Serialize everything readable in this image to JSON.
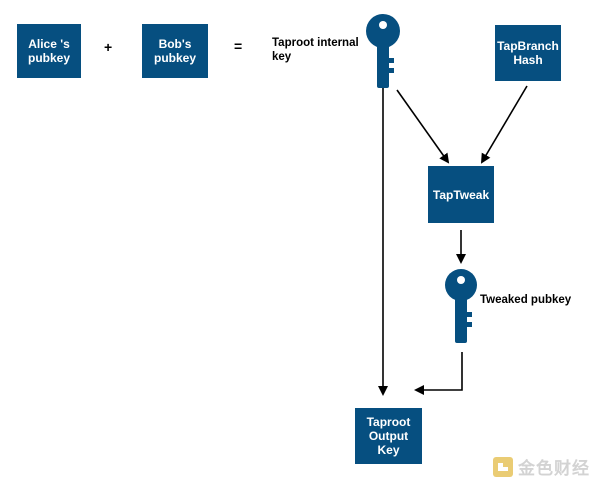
{
  "diagram": {
    "alice_pubkey": "Alice 's\npubkey",
    "plus": "+",
    "bob_pubkey": "Bob's\npubkey",
    "equals": "=",
    "internal_key_label": "Taproot internal\nkey",
    "tapbranch_hash": "TapBranch\nHash",
    "taptweak": "TapTweak",
    "tweaked_pubkey_label": "Tweaked pubkey",
    "output_key": "Taproot\nOutput\nKey"
  },
  "colors": {
    "box_fill": "#064f80",
    "box_text": "#ffffff",
    "arrow": "#000000",
    "watermark": "#cfcfcf"
  },
  "watermark": {
    "logo": "金色财经"
  }
}
